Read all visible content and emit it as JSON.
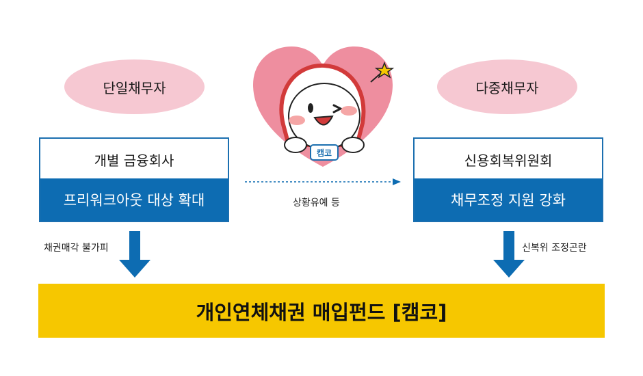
{
  "left": {
    "oval_label": "단일채무자",
    "box_top": "개별 금융회사",
    "box_bottom": "프리워크아웃 대상 확대",
    "arrow_label": "채권매각 불가피"
  },
  "right": {
    "oval_label": "다중채무자",
    "box_top": "신용회복위원회",
    "box_bottom": "채무조정 지원 강화",
    "arrow_label": "신복위 조정곤란"
  },
  "middle": {
    "arrow_label": "상황유예 등",
    "mascot_badge": "캠코"
  },
  "bottom_bar": "개인연체채권 매입펀드 [캠코]",
  "colors": {
    "blue": "#0d6cb2",
    "pink": "#f6c8d2",
    "heart": "#ee8e9f",
    "yellow": "#f6c700"
  }
}
